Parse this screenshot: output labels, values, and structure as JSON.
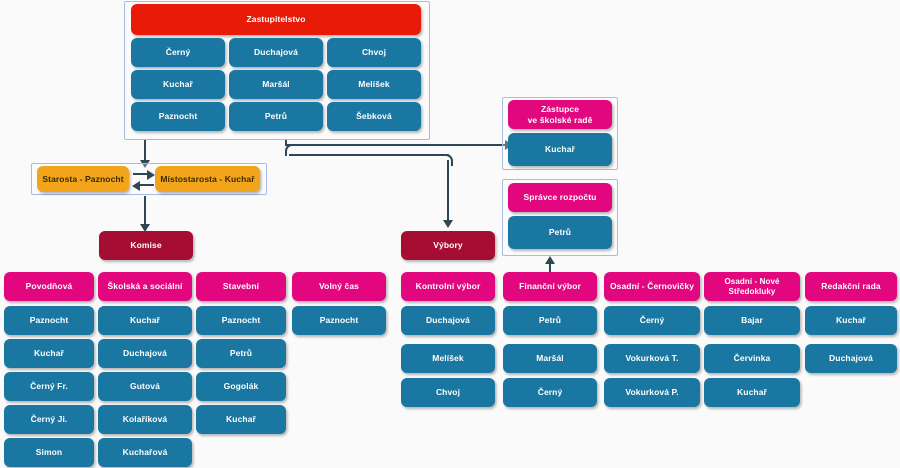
{
  "diagram": {
    "title_node": {
      "label": "Zastupitelstvo",
      "color": "#e81b09"
    },
    "council_members": [
      "Černý",
      "Duchajová",
      "Chvoj",
      "Kuchař",
      "Maršál",
      "Melíšek",
      "Paznocht",
      "Petrů",
      "Šebková"
    ],
    "leadership": {
      "mayor": "Starosta - Paznocht",
      "deputy": "Místostarosta - Kuchař",
      "color": "#f2a41b"
    },
    "school_board": {
      "header": "Zástupce\nve školské radě",
      "header_line1": "Zástupce",
      "header_line2": "ve školské radě",
      "member": "Kuchař"
    },
    "budget_admin": {
      "header": "Správce rozpočtu",
      "member": "Petrů"
    },
    "commissions_root": {
      "label": "Komise",
      "color": "#a50d33"
    },
    "committees_root": {
      "label": "Výbory",
      "color": "#a50d33"
    },
    "commissions": [
      {
        "header": "Povodňová",
        "members": [
          "Paznocht",
          "Kuchař",
          "Černý Fr.",
          "Černý Ji.",
          "Simon"
        ]
      },
      {
        "header": "Školská a sociální",
        "members": [
          "Kuchař",
          "Duchajová",
          "Gutová",
          "Kolaříková",
          "Kuchařová"
        ]
      },
      {
        "header": "Stavební",
        "members": [
          "Paznocht",
          "Petrů",
          "Gogolák",
          "Kuchař"
        ]
      },
      {
        "header": "Volný čas",
        "members": [
          "Paznocht"
        ]
      }
    ],
    "committees": [
      {
        "header": "Kontrolní výbor",
        "members": [
          "Duchajová",
          "Melíšek",
          "Chvoj"
        ]
      },
      {
        "header": "Finanční výbor",
        "members": [
          "Petrů",
          "Maršál",
          "Černý"
        ]
      },
      {
        "header": "Osadní - Černovičky",
        "members": [
          "Černý",
          "Vokurková T.",
          "Vokurková P."
        ]
      },
      {
        "header": "Osadní - Nové Středokluky",
        "members": [
          "Bajar",
          "Červinka",
          "Kuchař"
        ]
      },
      {
        "header": "Redakční rada",
        "members": [
          "Kuchař",
          "Duchajová"
        ]
      }
    ],
    "colors": {
      "blue": "#1a77a1",
      "magenta": "#e2067f",
      "red": "#e81b09",
      "orange": "#f2a41b",
      "dark_red": "#a50d33",
      "connector": "#2e4756",
      "frame": "#a9bbe3",
      "background": "#fafafa"
    }
  }
}
